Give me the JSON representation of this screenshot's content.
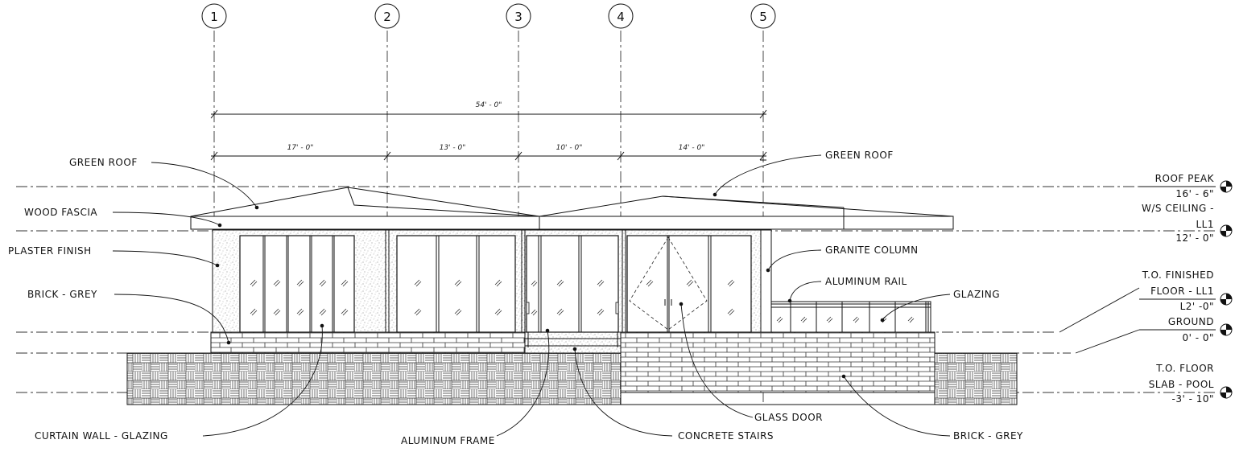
{
  "grid_bubbles": [
    "1",
    "2",
    "3",
    "4",
    "5"
  ],
  "dimensions": {
    "overall": "54' - 0\"",
    "segments": [
      "17' - 0\"",
      "13' - 0\"",
      "10' - 0\"",
      "14' - 0\""
    ]
  },
  "callouts_left": {
    "green_roof": "GREEN ROOF",
    "wood_fascia": "WOOD FASCIA",
    "plaster_finish": "PLASTER FINISH",
    "brick_grey": "BRICK - GREY"
  },
  "callouts_right": {
    "green_roof": "GREEN ROOF",
    "granite_column": "GRANITE COLUMN",
    "aluminum_rail": "ALUMINUM RAIL",
    "glazing": "GLAZING"
  },
  "callouts_bottom": {
    "curtain_wall": "CURTAIN WALL - GLAZING",
    "aluminum_frame": "ALUMINUM FRAME",
    "concrete_stairs": "CONCRETE STAIRS",
    "glass_door": "GLASS DOOR",
    "brick_grey": "BRICK - GREY"
  },
  "levels": {
    "roof_peak": {
      "name": [
        "ROOF PEAK"
      ],
      "elevation": "16' - 6\""
    },
    "ws_ceiling": {
      "name": [
        "W/S CEILING -",
        "LL1"
      ],
      "elevation": "12' - 0\""
    },
    "finished_floor": {
      "name": [
        "T.O. FINISHED",
        "FLOOR - LL1"
      ],
      "elevation": "L2' -0\""
    },
    "ground": {
      "name": [
        "GROUND"
      ],
      "elevation": "0' - 0\""
    },
    "pool_slab": {
      "name": [
        "T.O. FLOOR",
        "SLAB - POOL"
      ],
      "elevation": "-3' - 10\""
    }
  }
}
